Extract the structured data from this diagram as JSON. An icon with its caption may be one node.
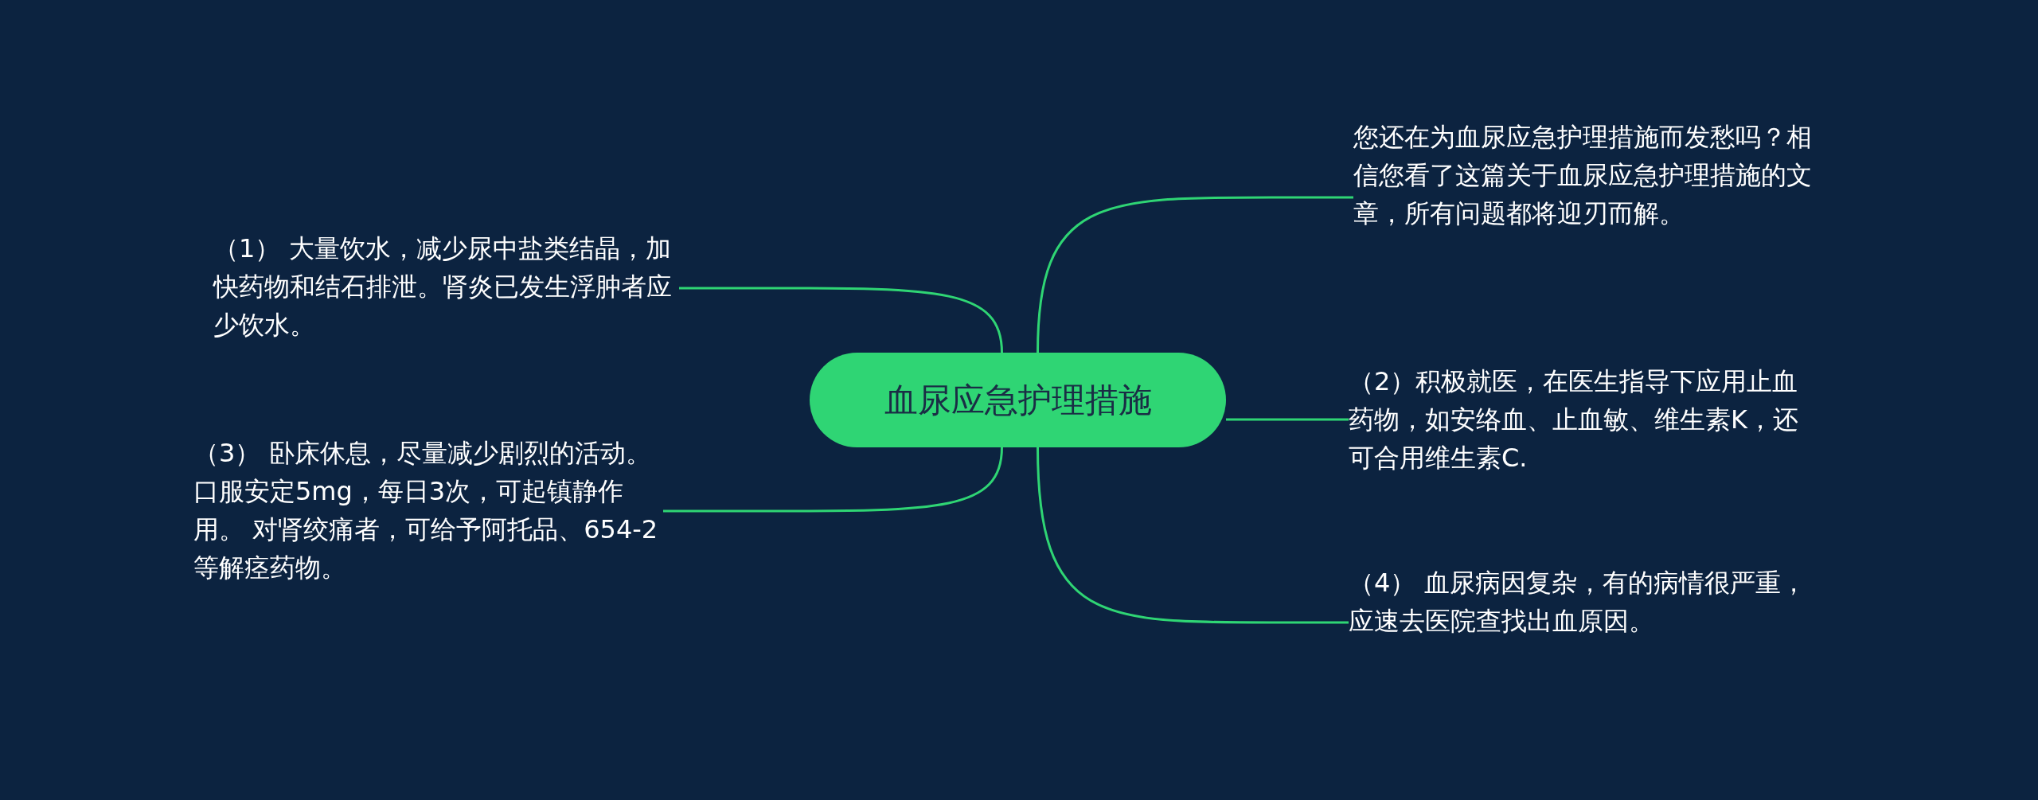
{
  "diagram": {
    "nodes": [
      {
        "text": [
          "血尿应急护理措施"
        ]
      },
      {
        "text": [
          "您还在为血尿应急护理措施而发愁吗？相信您看了这篇关于血尿应急护理措施的文章，所有问题都将迎刃而解。"
        ]
      },
      {
        "text": [
          "（1） 大量饮水，减少尿中盐类结晶，加快药物和结石排泄。肾炎已发生浮肿者应少饮水。"
        ]
      },
      {
        "text": [
          "（2）积极就医，在医生指导下应用止血药物，如安络血、止血敏、维生素K，还可合用维生素C."
        ]
      },
      {
        "text": [
          "（3） 卧床休息，尽量减少剧烈的活动。口服安定5mg，每日3次，可起镇静作用。 对肾绞痛者，可给予阿托品、654-2等解痉药物。"
        ]
      },
      {
        "text": [
          "（4） 血尿病因复杂，有的病情很严重，应速去医院查找出血原因。"
        ]
      }
    ],
    "edges": [
      {
        "from": 0,
        "to": 1,
        "arrow": "none"
      },
      {
        "from": 0,
        "to": 2,
        "arrow": "none"
      },
      {
        "from": 0,
        "to": 3,
        "arrow": "none"
      },
      {
        "from": 0,
        "to": 4,
        "arrow": "none"
      },
      {
        "from": 0,
        "to": 5,
        "arrow": "none"
      }
    ]
  }
}
